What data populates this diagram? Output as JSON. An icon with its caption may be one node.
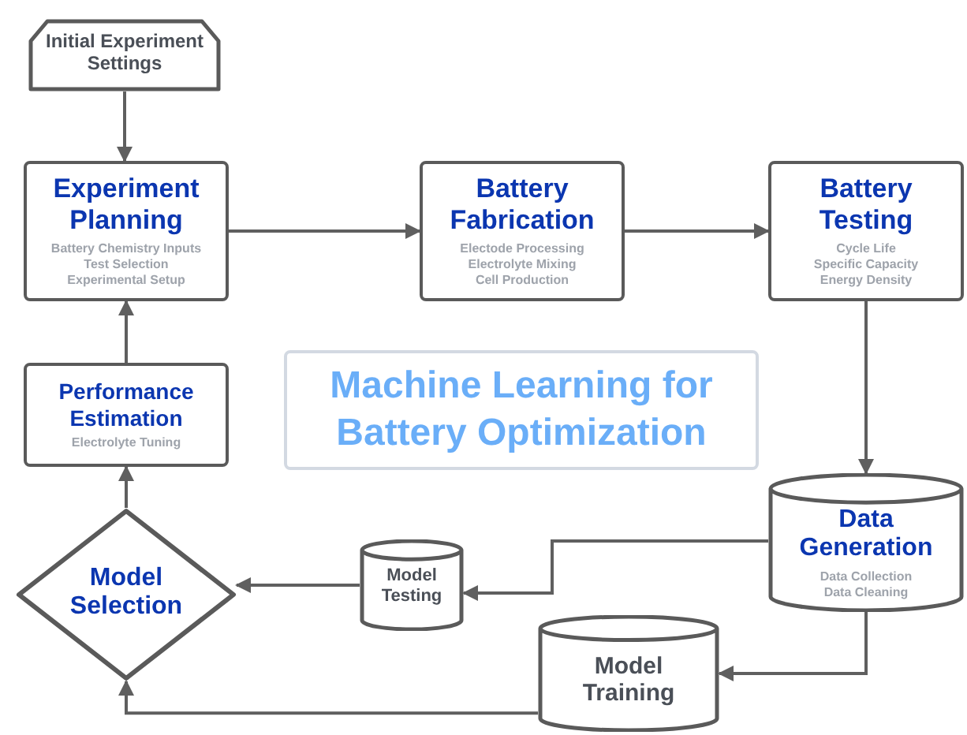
{
  "diagram": {
    "title": "Machine Learning for Battery Optimization",
    "nodes": [
      {
        "text": [
          "Initial Experiment Settings"
        ]
      },
      {
        "text": [
          "Experiment Planning",
          "Battery Chemistry Inputs",
          "Test Selection",
          "Experimental Setup"
        ]
      },
      {
        "text": [
          "Battery Fabrication",
          "Electode Processing",
          "Electrolyte Mixing",
          "Cell Production"
        ]
      },
      {
        "text": [
          "Battery Testing",
          "Cycle Life",
          "Specific Capacity",
          "Energy Density"
        ]
      },
      {
        "text": [
          "Performance Estimation",
          "Electrolyte Tuning"
        ]
      },
      {
        "text": [
          "Model Selection"
        ]
      },
      {
        "text": [
          "Model Testing"
        ]
      },
      {
        "text": [
          "Data Generation",
          "Data Collection",
          "Data Cleaning"
        ]
      },
      {
        "text": [
          "Model Training"
        ]
      }
    ],
    "edges": [
      {
        "from": 0,
        "to": 1,
        "arrow": "to"
      },
      {
        "from": 1,
        "to": 2,
        "arrow": "to"
      },
      {
        "from": 2,
        "to": 3,
        "arrow": "to"
      },
      {
        "from": 3,
        "to": 7,
        "arrow": "to"
      },
      {
        "from": 7,
        "to": 6,
        "arrow": "to"
      },
      {
        "from": 6,
        "to": 5,
        "arrow": "to"
      },
      {
        "from": 7,
        "to": 8,
        "arrow": "to"
      },
      {
        "from": 8,
        "to": 5,
        "arrow": "to"
      },
      {
        "from": 5,
        "to": 4,
        "arrow": "to"
      },
      {
        "from": 4,
        "to": 1,
        "arrow": "to"
      }
    ]
  }
}
